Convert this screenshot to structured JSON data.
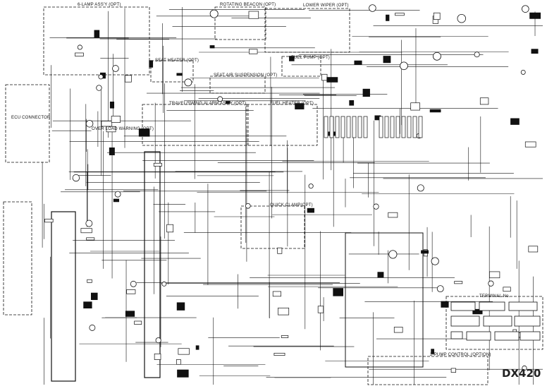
{
  "sections": {
    "six_lamp": "6-LAMP ASS'Y (OPT)",
    "rotating_beacon": "ROTATING BEACON (OPT)",
    "lower_wiper": "LOWER WIPER (OPT)",
    "fuel_pump": "FUEL PUMP (OPT)",
    "seat_heater": "SEAT HEATER (OPT)",
    "seat_air_suspension": "SEAT AIR SUSPENSION (OPT)",
    "travel_swing_alarm": "TRAVEL/SWING ALARM ASS'Y (OPT)",
    "fuel_heater": "FUEL HEATER (OPT)",
    "over_load_warning": "OVER LOAD WARNING (OPT)",
    "quick_clamp": "QUICK CLAMP(OPT)",
    "two_pump_control": "2-PUMP CONTROL (OPTION)",
    "ecu_connector": "ECU CONNECTOR",
    "terminal": "TERMINAL No."
  },
  "model": "DX420",
  "colors": {
    "line": "#111111",
    "background": "#ffffff"
  }
}
